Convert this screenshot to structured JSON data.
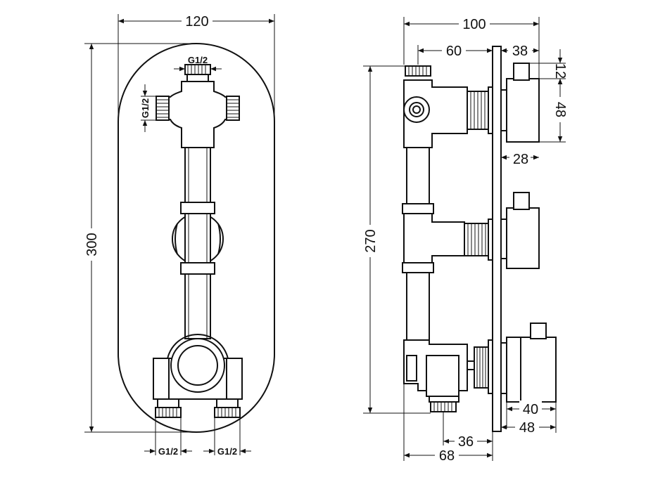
{
  "front_view": {
    "width_label": "120",
    "height_label": "300",
    "top_thread_label": "G1/2",
    "side_thread_label": "G1/2",
    "bottom_left_thread_label": "G1/2",
    "bottom_right_thread_label": "G1/2"
  },
  "side_view": {
    "depth_total_label": "100",
    "depth_body_label": "60",
    "knob_depth_label": "38",
    "knob_stem_label": "12",
    "knob_height_label": "48",
    "knob_width_label": "28",
    "height_label": "270",
    "bottom_knob_width_label": "40",
    "bottom_knob_depth_label": "48",
    "outlet_offset_label": "36",
    "body_depth_label": "68"
  },
  "colors": {
    "line": "#111111",
    "background": "#ffffff"
  }
}
